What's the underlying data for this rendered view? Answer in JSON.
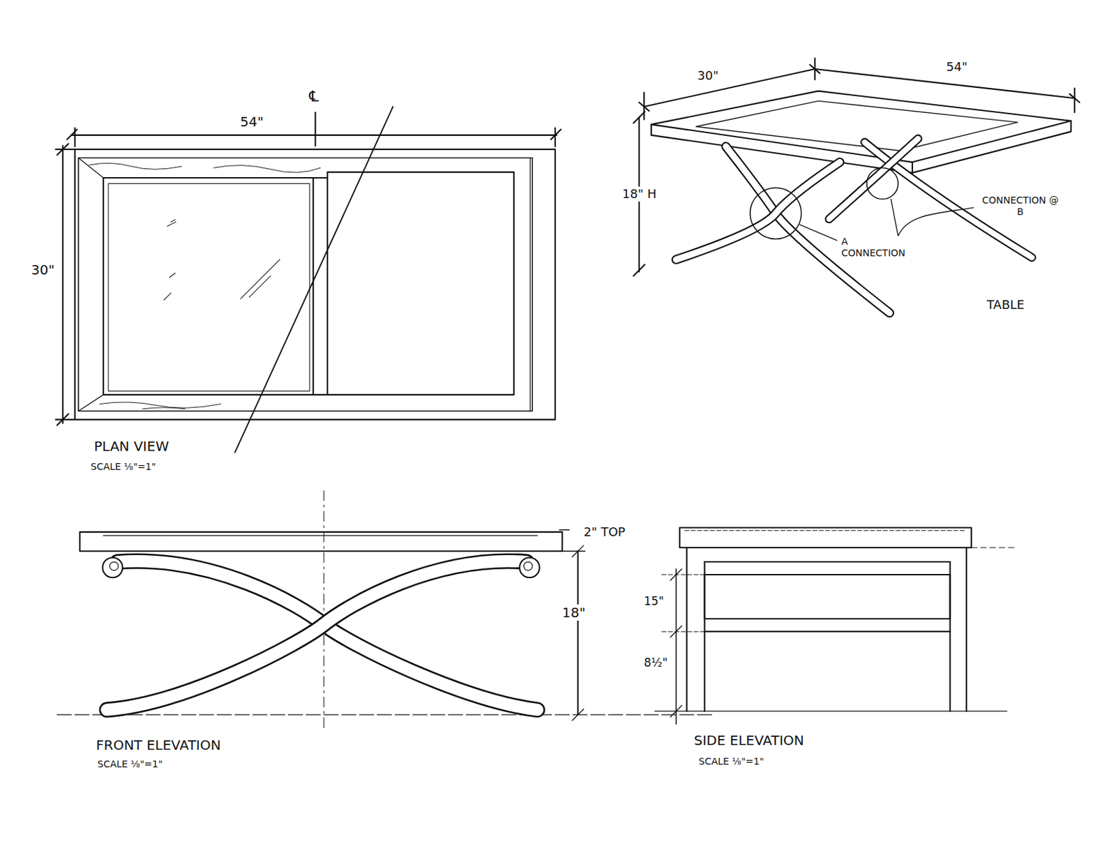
{
  "diagram": {
    "labels": [
      "℄",
      "54\"",
      "30\"",
      "30\"",
      "54\"",
      "18\" H",
      "CONNECTION @ B",
      "A CONNECTION",
      "TABLE",
      "PLAN VIEW",
      "SCALE ⅛\"=1\"",
      "2\" TOP",
      "18\"",
      "15\"",
      "8½\"",
      "FRONT ELEVATION",
      "SCALE ⅛\"=1\"",
      "SIDE ELEVATION",
      "SCALE ⅛\"=1\""
    ]
  }
}
